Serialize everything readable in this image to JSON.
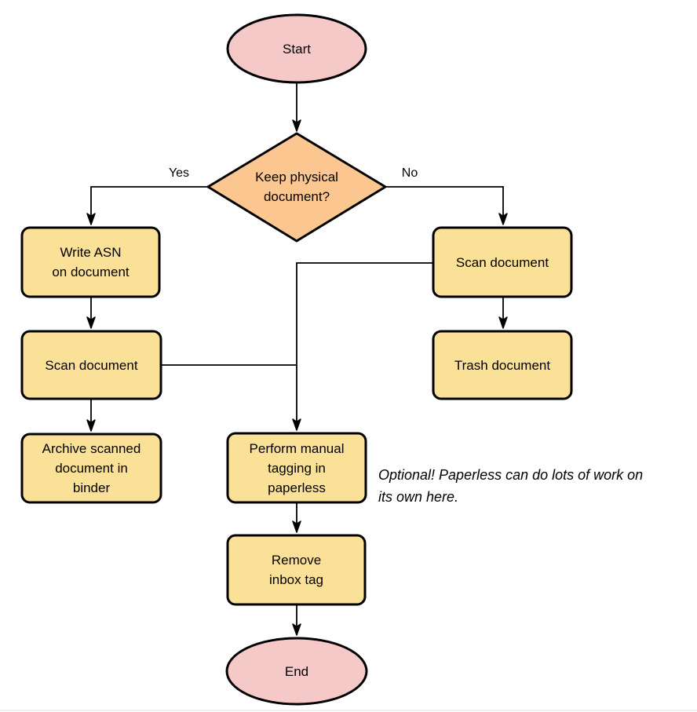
{
  "diagram": {
    "nodes": {
      "start": {
        "label": "Start",
        "type": "terminal"
      },
      "decision": {
        "label": "Keep physical\ndocument?",
        "type": "decision"
      },
      "write_asn": {
        "label": "Write ASN\non document",
        "type": "process"
      },
      "scan_left": {
        "label": "Scan document",
        "type": "process"
      },
      "archive": {
        "label": "Archive scanned\ndocument in\nbinder",
        "type": "process"
      },
      "scan_right": {
        "label": "Scan document",
        "type": "process"
      },
      "trash": {
        "label": "Trash document",
        "type": "process"
      },
      "tagging": {
        "label": "Perform manual\ntagging in\npaperless",
        "type": "process"
      },
      "remove_inbox": {
        "label": "Remove\ninbox tag",
        "type": "process"
      },
      "end": {
        "label": "End",
        "type": "terminal"
      }
    },
    "edge_labels": {
      "yes": "Yes",
      "no": "No"
    },
    "edges": [
      {
        "from": "start",
        "to": "decision",
        "label": ""
      },
      {
        "from": "decision",
        "to": "write_asn",
        "label": "Yes"
      },
      {
        "from": "decision",
        "to": "scan_right",
        "label": "No"
      },
      {
        "from": "write_asn",
        "to": "scan_left",
        "label": ""
      },
      {
        "from": "scan_left",
        "to": "archive",
        "label": ""
      },
      {
        "from": "scan_left",
        "to": "tagging",
        "label": ""
      },
      {
        "from": "scan_right",
        "to": "trash",
        "label": ""
      },
      {
        "from": "scan_right",
        "to": "tagging",
        "label": ""
      },
      {
        "from": "tagging",
        "to": "remove_inbox",
        "label": ""
      },
      {
        "from": "remove_inbox",
        "to": "end",
        "label": ""
      }
    ],
    "annotation": {
      "text": "Optional! Paperless can do lots of work on\nits own here."
    },
    "colors": {
      "terminal_fill": "#f6c9c9",
      "decision_fill": "#fbc68f",
      "process_fill": "#fbe197",
      "stroke": "#000000"
    }
  }
}
